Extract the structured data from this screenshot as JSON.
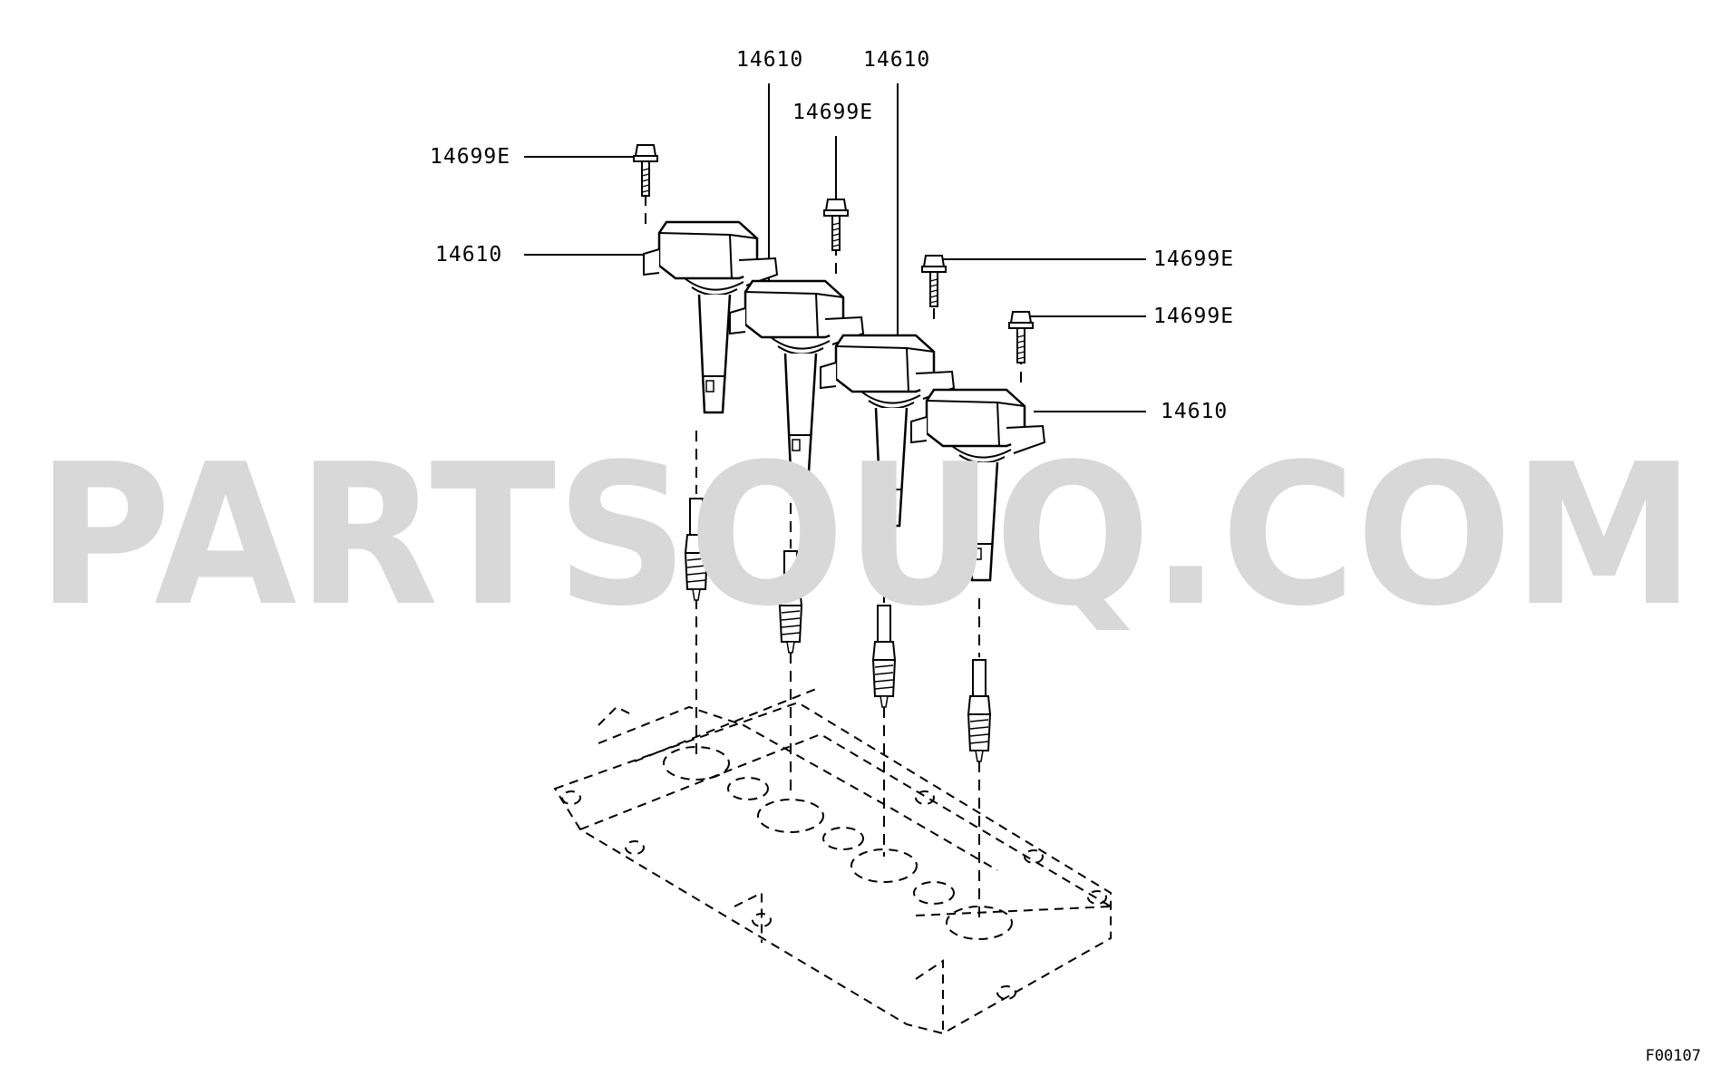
{
  "diagram": {
    "callouts": {
      "coil_top_left": "14610",
      "coil_top_right": "14610",
      "bolt_top": "14699E",
      "bolt_left": "14699E",
      "coil_left": "14610",
      "bolt_right_1": "14699E",
      "bolt_right_2": "14699E",
      "coil_right": "14610"
    },
    "watermark": "PARTSOUQ.COM",
    "figure_code": "F00107"
  }
}
